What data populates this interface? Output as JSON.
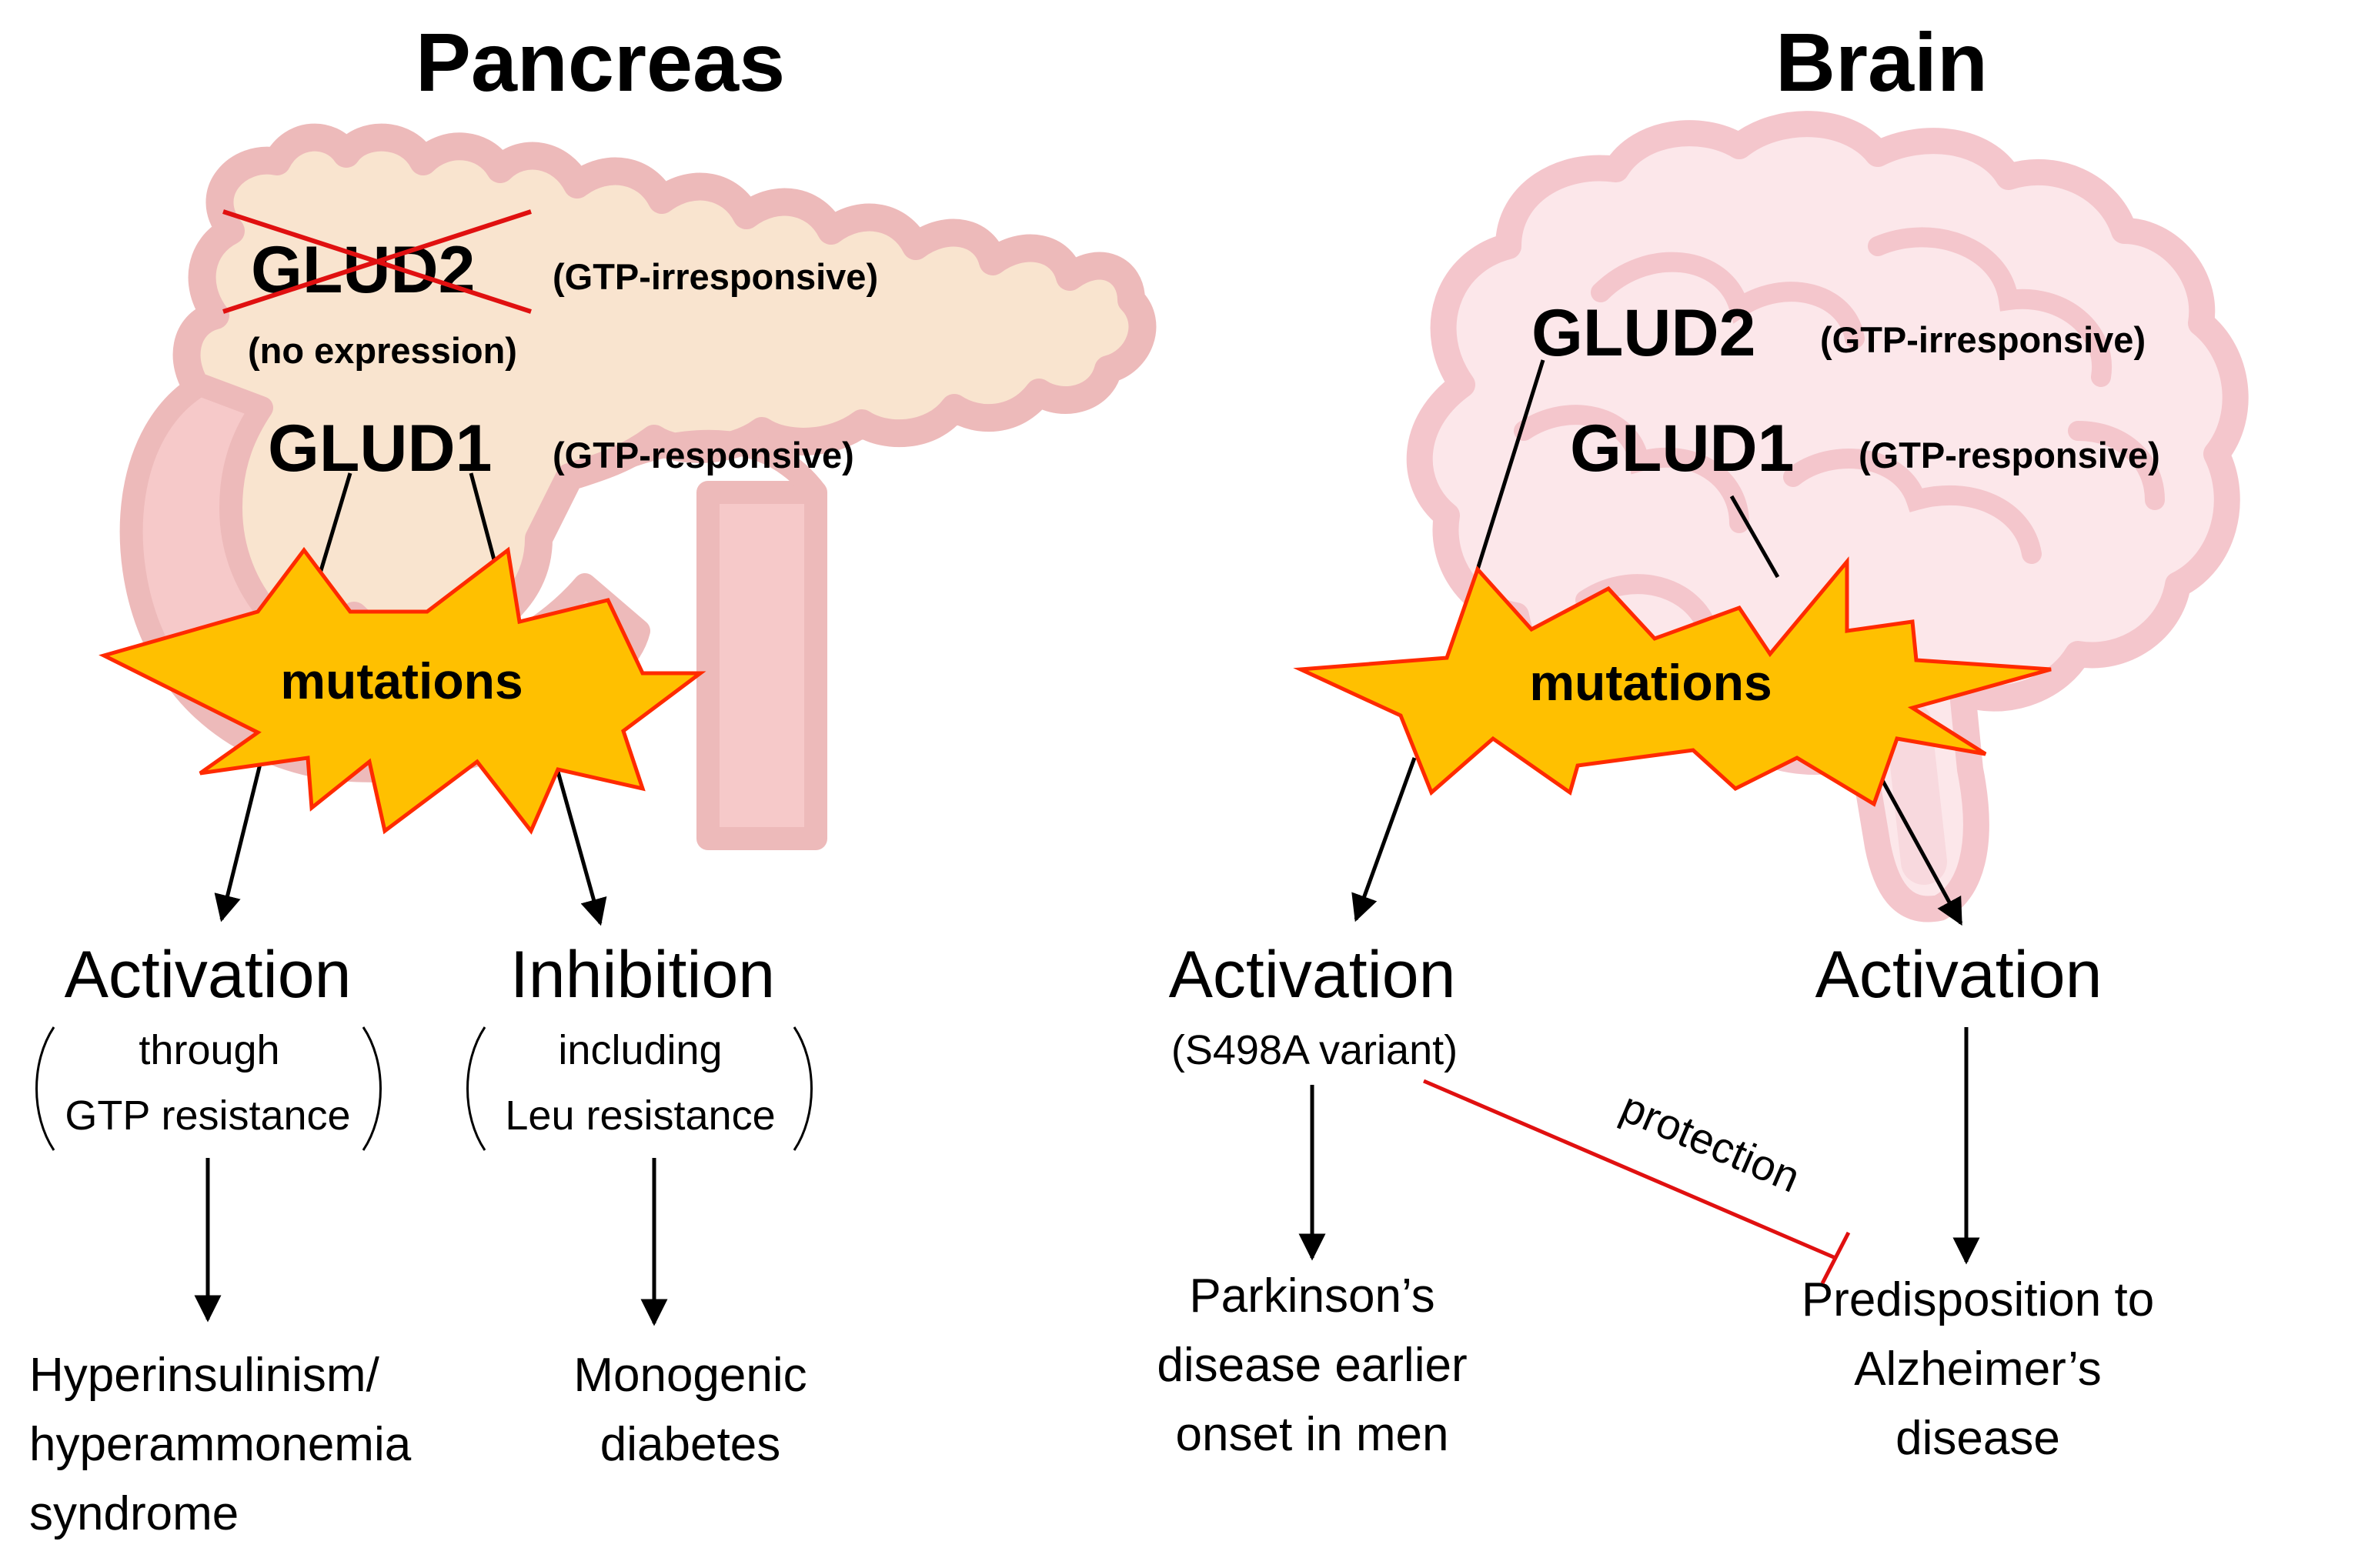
{
  "pancreas": {
    "title": "Pancreas",
    "glud2": {
      "name": "GLUD2",
      "note": "(GTP-irresponsive)",
      "status": "(no expression)"
    },
    "glud1": {
      "name": "GLUD1",
      "note": "(GTP-responsive)"
    },
    "mutations_label": "mutations",
    "left_branch": {
      "outcome": "Activation",
      "detail_line1": "through",
      "detail_line2": "GTP resistance",
      "result_line1": "Hyperinsulinism/",
      "result_line2": "hyperammonemia",
      "result_line3": "syndrome"
    },
    "right_branch": {
      "outcome": "Inhibition",
      "detail_line1": "including",
      "detail_line2": "Leu resistance",
      "result_line1": "Monogenic",
      "result_line2": "diabetes"
    }
  },
  "brain": {
    "title": "Brain",
    "glud2": {
      "name": "GLUD2",
      "note": "(GTP-irresponsive)"
    },
    "glud1": {
      "name": "GLUD1",
      "note": "(GTP-responsive)"
    },
    "mutations_label": "mutations",
    "left_branch": {
      "outcome": "Activation",
      "detail": "(S498A variant)",
      "result_line1": "Parkinson’s",
      "result_line2": "disease earlier",
      "result_line3": "onset in men"
    },
    "right_branch": {
      "outcome": "Activation",
      "result_line1": "Predisposition to",
      "result_line2": "Alzheimer’s",
      "result_line3": "disease"
    },
    "inhibition_label": "protection"
  },
  "colors": {
    "organ_outline": "#e8a3a3",
    "pancreas_fill": "#f8dcc0",
    "pancreas_duct": "#f4b8b8",
    "brain_fill": "#fbe0e4",
    "burst_fill": "#ffc000",
    "burst_stroke": "#ff2a00",
    "strike": "#e01010",
    "protection_line": "#e01010",
    "arrow": "#000000",
    "text": "#000000"
  }
}
